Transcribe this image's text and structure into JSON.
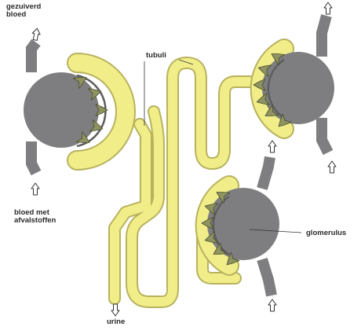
{
  "labels": {
    "clean_blood": [
      "gezuiverd",
      "bloed"
    ],
    "tubules": "tubuli",
    "waste_blood": [
      "bloed met",
      "afvalstoffen"
    ],
    "glomerulus": "glomerulus",
    "urine": "urine"
  },
  "colors": {
    "tubule_fill": "#f1ee8a",
    "tubule_outline": "#b8b25e",
    "vessel": "#7e7e80",
    "capsule_lining": "#6d6d6f",
    "filtration_arrow": "#8e9360",
    "flow_arrow": "#ffffff"
  },
  "icons": [
    "up-arrow-icon",
    "down-arrow-icon",
    "filtration-arrow-icon"
  ]
}
